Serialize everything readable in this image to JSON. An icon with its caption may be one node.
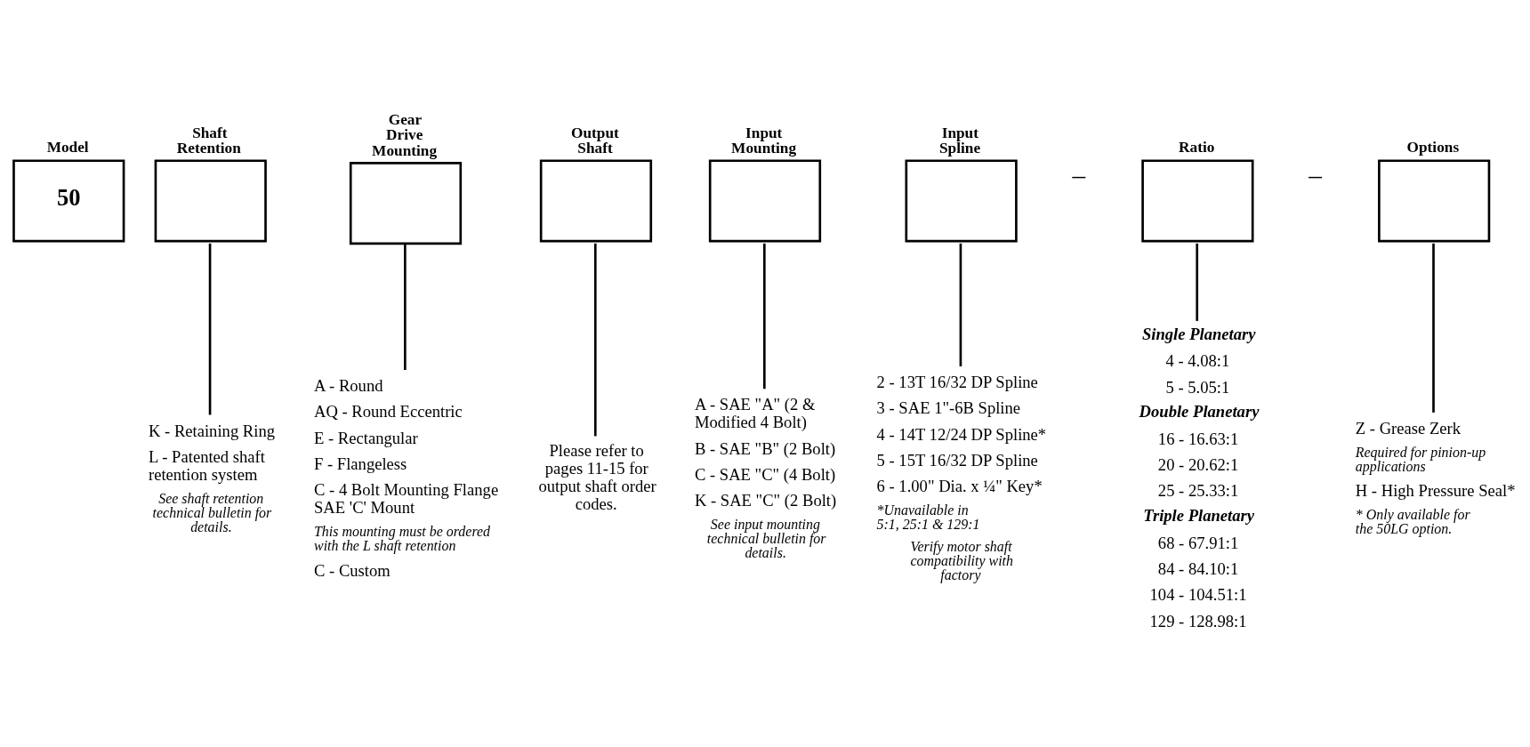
{
  "diagram": {
    "nodes": [
      {
        "text": [
          "Model",
          "50"
        ]
      },
      {
        "text": [
          "Shaft Retention"
        ]
      },
      {
        "text": [
          "Gear Drive Mounting"
        ]
      },
      {
        "text": [
          "Output Shaft"
        ]
      },
      {
        "text": [
          "Input Mounting"
        ]
      },
      {
        "text": [
          "Input Spline"
        ]
      },
      {
        "text": [
          "Ratio"
        ]
      },
      {
        "text": [
          "Options"
        ]
      },
      {
        "text": [
          "K - Retaining Ring",
          "L - Patented shaft retention system",
          "See shaft retention technical bulletin for details."
        ]
      },
      {
        "text": [
          "A - Round",
          "AQ - Round Eccentric",
          "E - Rectangular",
          "F - Flangeless",
          "C - 4 Bolt Mounting Flange SAE 'C' Mount",
          "This mounting must be ordered with the L shaft retention",
          "C - Custom"
        ]
      },
      {
        "text": [
          "Please refer to pages 11-15 for output shaft order codes."
        ]
      },
      {
        "text": [
          "A - SAE \"A\" (2 & Modified 4 Bolt)",
          "B - SAE \"B\" (2 Bolt)",
          "C - SAE \"C\" (4 Bolt)",
          "K - SAE \"C\" (2 Bolt)",
          "See input mounting technical bulletin for details."
        ]
      },
      {
        "text": [
          "2 - 13T 16/32 DP Spline",
          "3 - SAE 1\"-6B Spline",
          "4 - 14T 12/24 DP Spline*",
          "5 - 15T 16/32 DP Spline",
          "6 - 1.00\" Dia. x ¼\" Key*",
          "*Unavailable in 5:1, 25:1 & 129:1",
          "Verify motor shaft compatibility with factory"
        ]
      },
      {
        "text": [
          "Single Planetary",
          "4 - 4.08:1",
          "5 - 5.05:1",
          "Double Planetary",
          "16 - 16.63:1",
          "20 - 20.62:1",
          "25 - 25.33:1",
          "Triple Planetary",
          "68 - 67.91:1",
          "84 - 84.10:1",
          "104 - 104.51:1",
          "129 - 128.98:1"
        ]
      },
      {
        "text": [
          "Z - Grease Zerk",
          "Required for pinion-up applications",
          "H - High Pressure Seal*",
          "* Only available for the 50LG option."
        ]
      }
    ],
    "edges": [
      {
        "from": 1,
        "to": 8,
        "arrow": "none"
      },
      {
        "from": 2,
        "to": 9,
        "arrow": "none"
      },
      {
        "from": 3,
        "to": 10,
        "arrow": "none"
      },
      {
        "from": 4,
        "to": 11,
        "arrow": "none"
      },
      {
        "from": 5,
        "to": 12,
        "arrow": "none"
      },
      {
        "from": 6,
        "to": 13,
        "arrow": "none"
      },
      {
        "from": 7,
        "to": 14,
        "arrow": "none"
      }
    ],
    "labels": [
      "–",
      "–"
    ]
  }
}
